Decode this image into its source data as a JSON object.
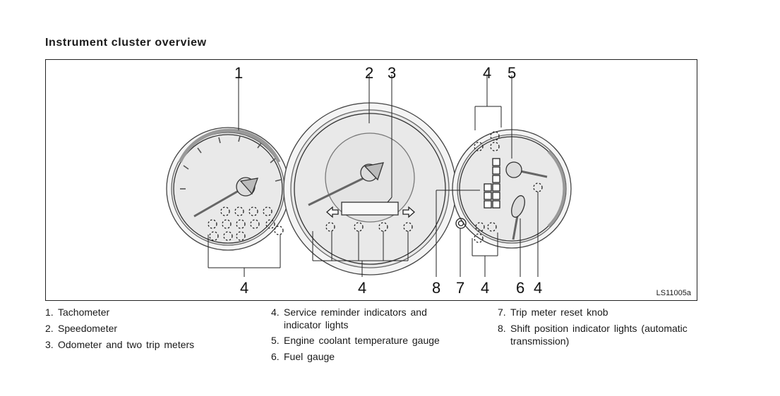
{
  "title": "Instrument cluster overview",
  "figure_code": "LS11005a",
  "callouts": {
    "c1": "1",
    "c2": "2",
    "c3": "3",
    "c4a": "4",
    "c5": "5",
    "c4b": "4",
    "c4c": "4",
    "c8": "8",
    "c7": "7",
    "c4d": "4",
    "c6": "6",
    "c4e": "4"
  },
  "legend": [
    {
      "num": "1.",
      "text": "Tachometer"
    },
    {
      "num": "2.",
      "text": "Speedometer"
    },
    {
      "num": "3.",
      "text": "Odometer and two trip meters"
    },
    {
      "num": "4.",
      "text": "Service reminder indicators and indicator lights"
    },
    {
      "num": "5.",
      "text": "Engine coolant temperature gauge"
    },
    {
      "num": "6.",
      "text": "Fuel gauge"
    },
    {
      "num": "7.",
      "text": "Trip meter reset knob"
    },
    {
      "num": "8.",
      "text": "Shift position indicator lights (automatic transmission)"
    }
  ]
}
